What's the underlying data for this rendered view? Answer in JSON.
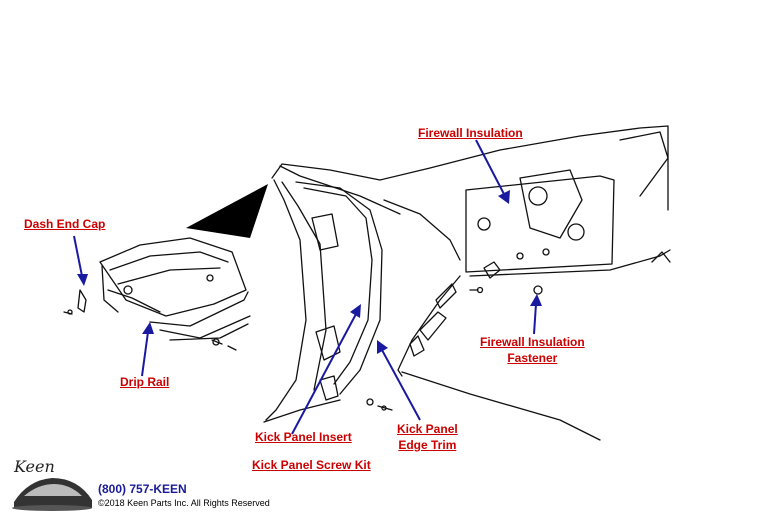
{
  "callouts": {
    "firewall_insulation": "Firewall Insulation",
    "dash_end_cap": "Dash End Cap",
    "drip_rail": "Drip Rail",
    "firewall_insulation_fastener_line1": "Firewall Insulation",
    "firewall_insulation_fastener_line2": "Fastener",
    "kick_panel_insert": "Kick Panel Insert",
    "kick_panel_edge_trim_line1": "Kick Panel",
    "kick_panel_edge_trim_line2": "Edge Trim",
    "kick_panel_screw_kit": "Kick Panel Screw Kit"
  },
  "footer": {
    "phone": "(800) 757-KEEN",
    "copyright": "©2018 Keen Parts Inc. All Rights Reserved",
    "logo_text": "Keen"
  },
  "colors": {
    "callout_text": "#cc0000",
    "arrow": "#1a1aa0",
    "line_art": "#111111"
  },
  "icons": {
    "logo": "keen-car-logo-icon"
  }
}
